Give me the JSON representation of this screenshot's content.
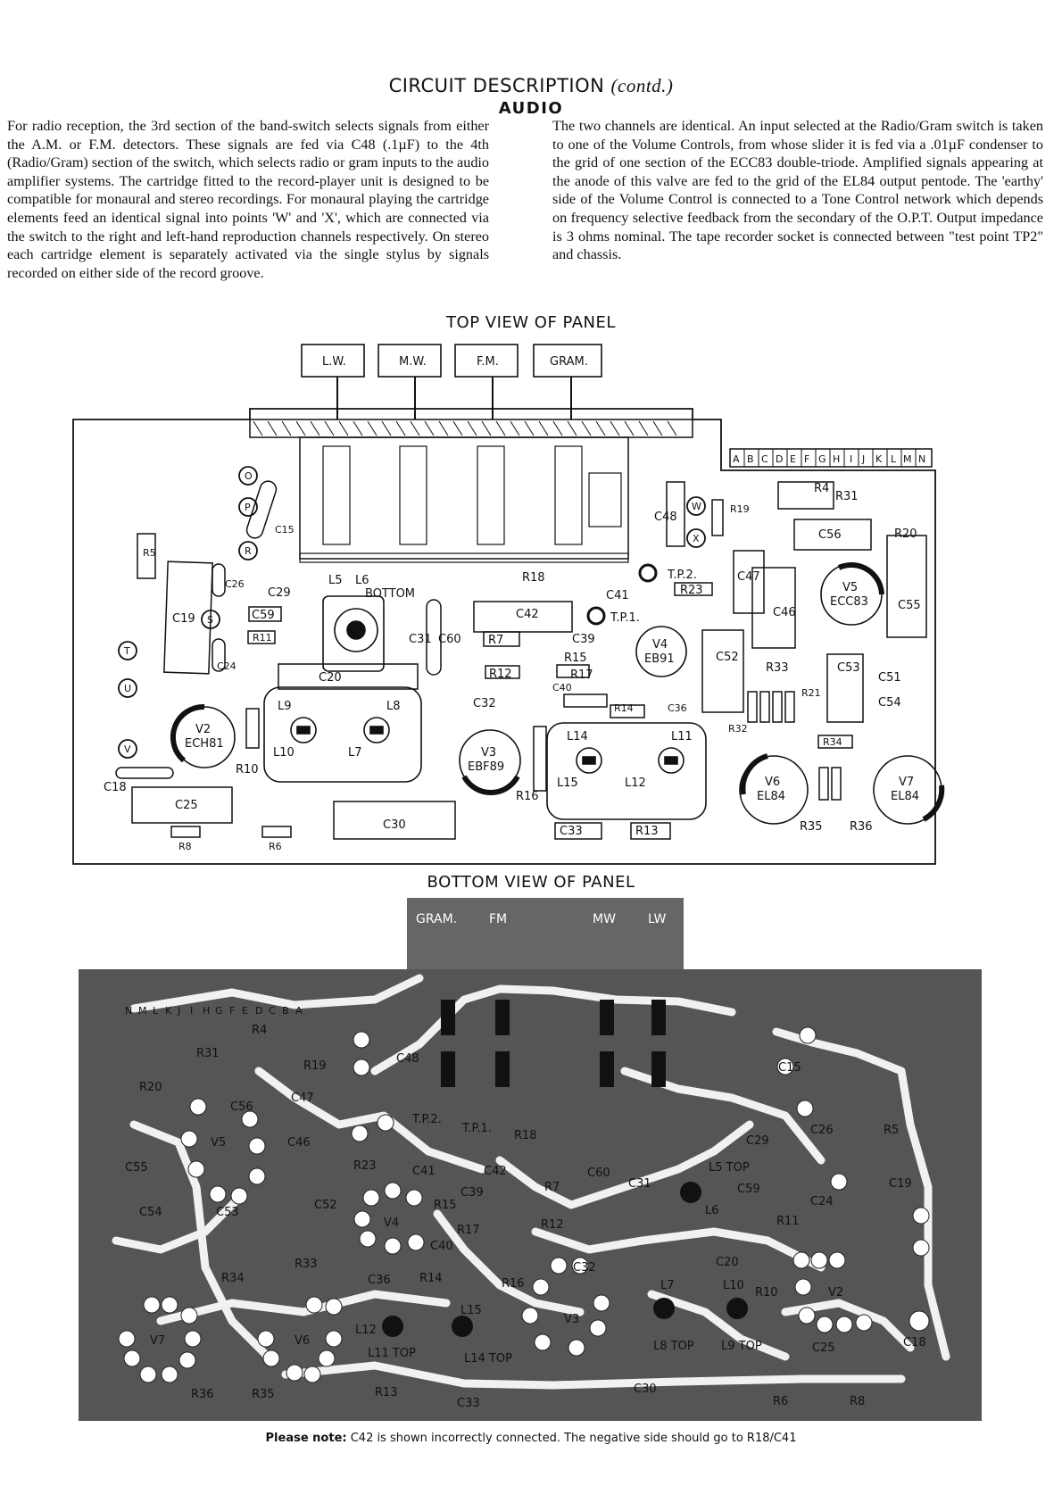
{
  "header": {
    "title": "CIRCUIT DESCRIPTION",
    "title_suffix": "(contd.)",
    "section": "AUDIO"
  },
  "body": {
    "left_paragraph": "For radio reception, the 3rd section of the band-switch selects signals from either the A.M. or F.M. detectors. These signals are fed via C48 (.1µF) to the 4th (Radio/Gram) section of the switch, which selects radio or gram inputs to the audio amplifier systems. The cartridge fitted to the record-player unit is designed to be compatible for monaural and stereo recordings. For monaural playing the cartridge elements feed an identical signal into points 'W' and 'X', which are connected via the switch to the right and left-hand reproduction channels respectively. On stereo each cartridge element is separately activated via the single stylus by signals recorded on either side of the record groove.",
    "right_paragraph": "The two channels are identical. An input selected at the Radio/Gram switch is taken to one of the Volume Controls, from whose slider it is fed via a .01µF condenser to the grid of one section of the ECC83 double-triode. Amplified signals appearing at the anode of this valve are fed to the grid of the EL84 output pentode. The 'earthy' side of the Volume Control is connected to a Tone Control network which depends on frequency selective feedback from the secondary of the O.P.T. Output impedance is 3 ohms nominal. The tape recorder socket is connected between \"test point TP2\" and chassis."
  },
  "top_view": {
    "title": "TOP VIEW OF PANEL",
    "switch_buttons": [
      "L.W.",
      "M.W.",
      "F.M.",
      "GRAM."
    ],
    "edge_connectors": [
      "A",
      "B",
      "C",
      "D",
      "E",
      "F",
      "G",
      "H",
      "I",
      "J",
      "K",
      "L",
      "M",
      "N"
    ],
    "terminals": [
      "O",
      "P",
      "R",
      "S",
      "T",
      "U",
      "V",
      "W",
      "X"
    ],
    "valves": [
      {
        "ref": "V2",
        "type": "ECH81"
      },
      {
        "ref": "V3",
        "type": "EBF89"
      },
      {
        "ref": "V4",
        "type": "EB91"
      },
      {
        "ref": "V5",
        "type": "ECC83"
      },
      {
        "ref": "V6",
        "type": "EL84"
      },
      {
        "ref": "V7",
        "type": "EL84"
      }
    ],
    "components": [
      "R4",
      "R31",
      "C56",
      "R20",
      "R19",
      "C48",
      "C47",
      "C46",
      "C55",
      "R5",
      "C15",
      "C19",
      "C26",
      "C29",
      "C59",
      "R11",
      "C24",
      "L5",
      "L6",
      "BOTTOM",
      "C31",
      "C60",
      "R18",
      "C41",
      "R23",
      "C42",
      "R7",
      "C39",
      "R15",
      "R17",
      "R12",
      "C20",
      "C32",
      "C40",
      "R14",
      "C36",
      "C52",
      "R33",
      "R21",
      "R32",
      "C53",
      "C51",
      "C54",
      "R34",
      "L9",
      "L8",
      "L10",
      "L7",
      "R10",
      "C18",
      "C25",
      "R8",
      "R6",
      "C30",
      "L14",
      "L11",
      "L15",
      "L12",
      "R16",
      "C33",
      "R13",
      "R35",
      "R36"
    ],
    "test_points": [
      "T.P.2.",
      "T.P.1."
    ]
  },
  "bottom_view": {
    "title": "BOTTOM VIEW OF PANEL",
    "switch_labels": [
      "GRAM.",
      "FM",
      "MW",
      "LW"
    ],
    "edge_connectors": [
      "N",
      "M",
      "L",
      "K",
      "J",
      "I",
      "H",
      "G",
      "F",
      "E",
      "D",
      "C",
      "B",
      "A"
    ],
    "labels": [
      "R4",
      "R31",
      "R19",
      "C48",
      "R20",
      "C56",
      "C47",
      "T.P.2.",
      "T.P.1.",
      "R18",
      "V5",
      "C46",
      "R23",
      "C41",
      "C42",
      "C55",
      "C39",
      "R7",
      "C60",
      "C31",
      "L5 TOP",
      "C29",
      "C15",
      "C26",
      "R5",
      "C19",
      "C59",
      "R11",
      "C24",
      "L6",
      "C54",
      "C53",
      "C52",
      "V4",
      "R15",
      "R17",
      "R12",
      "C40",
      "C20",
      "C32",
      "R34",
      "R33",
      "C36",
      "R14",
      "R16",
      "L7",
      "L10",
      "R10",
      "V2",
      "L15",
      "V3",
      "L12",
      "L11 TOP",
      "L14 TOP",
      "L8 TOP",
      "L9 TOP",
      "C25",
      "C18",
      "V7",
      "V6",
      "R36",
      "R35",
      "R13",
      "C33",
      "C30",
      "R6",
      "R8"
    ]
  },
  "note": {
    "label": "Please note:",
    "text": "C42 is shown incorrectly connected.  The negative side should go to R18/C41"
  }
}
